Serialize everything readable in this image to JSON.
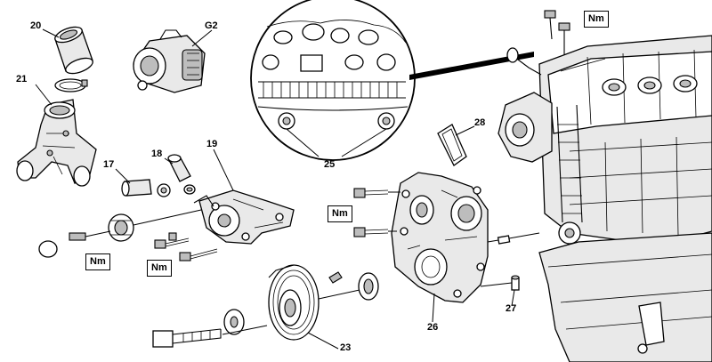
{
  "callouts": {
    "c20": "20",
    "c21": "21",
    "cG2": "G2",
    "c17": "17",
    "c18": "18",
    "c19": "19",
    "c25": "25",
    "c28": "28",
    "c23": "23",
    "c26": "26",
    "c27": "27"
  },
  "torque_labels": {
    "nm_top": "Nm",
    "nm_cover": "Nm",
    "nm_idler": "Nm",
    "nm_pump": "Nm"
  }
}
